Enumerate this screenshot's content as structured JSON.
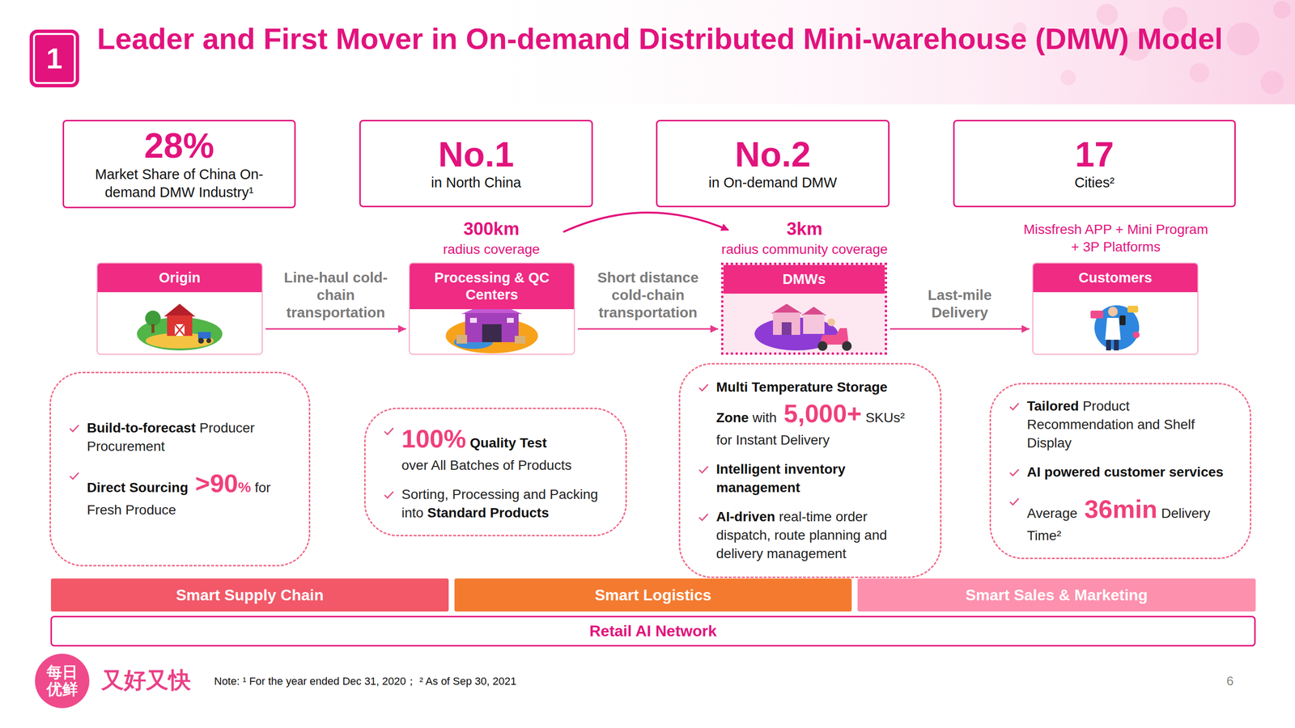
{
  "diagram": {
    "title": "Leader and First Mover in On-demand Distributed Mini-warehouse (DMW) Model",
    "nodes": [
      {
        "text": [
          "1"
        ]
      },
      {
        "text": [
          "28%",
          "Market Share of China On-demand DMW Industry¹"
        ]
      },
      {
        "text": [
          "No.1",
          "in North China"
        ]
      },
      {
        "text": [
          "No.2",
          "in On-demand DMW"
        ]
      },
      {
        "text": [
          "17",
          "Cities²"
        ]
      },
      {
        "text": [
          "Origin"
        ]
      },
      {
        "text": [
          "Processing & QC Centers"
        ]
      },
      {
        "text": [
          "DMWs"
        ]
      },
      {
        "text": [
          "Customers"
        ]
      },
      {
        "text": [
          "Build-to-forecast",
          "Producer Procurement",
          "Direct Sourcing",
          ">90",
          "%",
          "for Fresh Produce"
        ]
      },
      {
        "text": [
          "100%",
          "Quality Test",
          "over All Batches of Products",
          "Sorting, Processing and Packing into",
          "Standard Products"
        ]
      },
      {
        "text": [
          "Multi Temperature Storage Zone",
          "with",
          "5,000+",
          "SKUs²",
          "for Instant Delivery",
          "Intelligent inventory management",
          "AI-driven",
          "real-time order dispatch, route planning and delivery management"
        ]
      },
      {
        "text": [
          "Tailored",
          "Product Recommendation and Shelf Display",
          "AI powered customer services",
          "Average",
          "36min",
          "Delivery Time²"
        ]
      },
      {
        "text": [
          "Smart Supply Chain"
        ]
      },
      {
        "text": [
          "Smart Logistics"
        ]
      },
      {
        "text": [
          "Smart Sales & Marketing"
        ]
      },
      {
        "text": [
          "Retail AI Network"
        ]
      },
      {
        "text": [
          "每日优鲜"
        ]
      }
    ],
    "edges": [
      {
        "from": 5,
        "to": 6,
        "label": "Line-haul cold-chain transportation",
        "arrow": "to"
      },
      {
        "from": 6,
        "to": 7,
        "label": "Short distance cold-chain transportation",
        "arrow": "to"
      },
      {
        "from": 7,
        "to": 8,
        "label": "Last-mile Delivery",
        "arrow": "to"
      }
    ],
    "labels": [
      "300km",
      "radius coverage",
      "3km",
      "radius community coverage",
      "Missfresh APP + Mini Program + 3P Platforms",
      "又好又快",
      "Note: ¹ For the year ended Dec 31, 2020； ² As of Sep 30, 2021",
      "6"
    ]
  }
}
